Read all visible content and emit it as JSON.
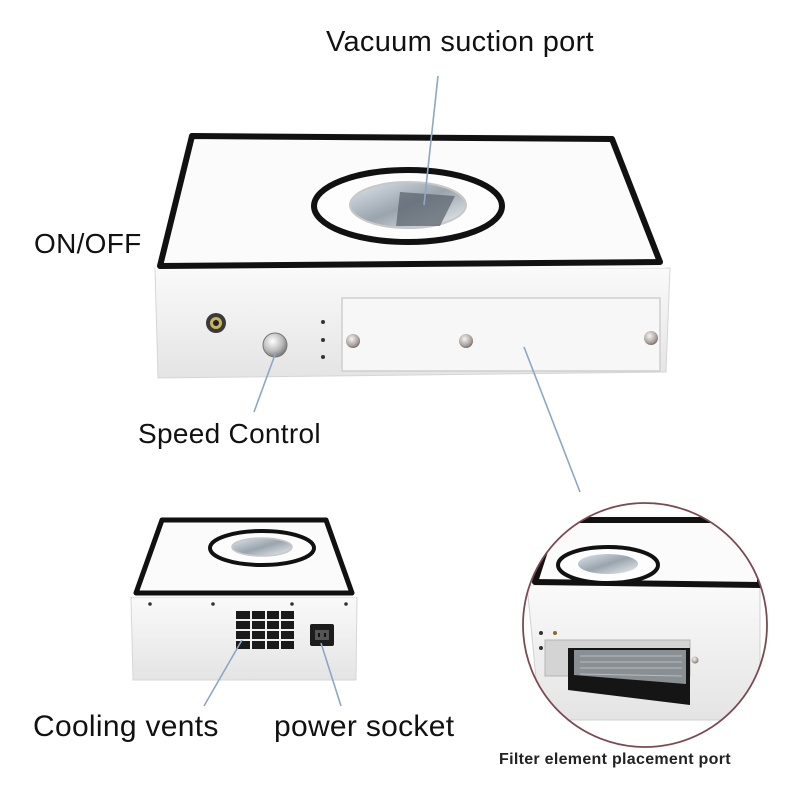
{
  "labels": {
    "vacuum_port": "Vacuum suction port",
    "on_off": "ON/OFF",
    "speed_control": "Speed Control",
    "cooling_vents": "Cooling vents",
    "power_socket": "power socket",
    "filter_port": "Filter element placement port"
  },
  "colors": {
    "background": "#ffffff",
    "device_body": "#f2f2f2",
    "gasket": "#111111",
    "callout_line": "#8fa6c4",
    "inset_ring": "#7a4a52"
  }
}
